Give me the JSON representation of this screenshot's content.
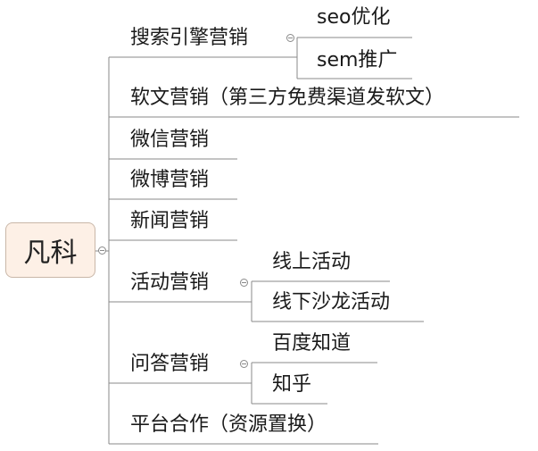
{
  "root": {
    "label": "凡科"
  },
  "topics": {
    "search": {
      "label": "搜索引擎营销",
      "children": [
        "seo优化",
        "sem推广"
      ]
    },
    "softtext": {
      "label": "软文营销（第三方免费渠道发软文）"
    },
    "wechat": {
      "label": "微信营销"
    },
    "weibo": {
      "label": "微博营销"
    },
    "news": {
      "label": "新闻营销"
    },
    "event": {
      "label": "活动营销",
      "children": [
        "线上活动",
        "线下沙龙活动"
      ]
    },
    "qa": {
      "label": "问答营销",
      "children": [
        "百度知道",
        "知乎"
      ]
    },
    "platform": {
      "label": "平台合作（资源置换）"
    }
  },
  "colors": {
    "line": "#8a8a8a",
    "root_fill": "#fdf0e6",
    "root_border": "#c9b7a8"
  }
}
